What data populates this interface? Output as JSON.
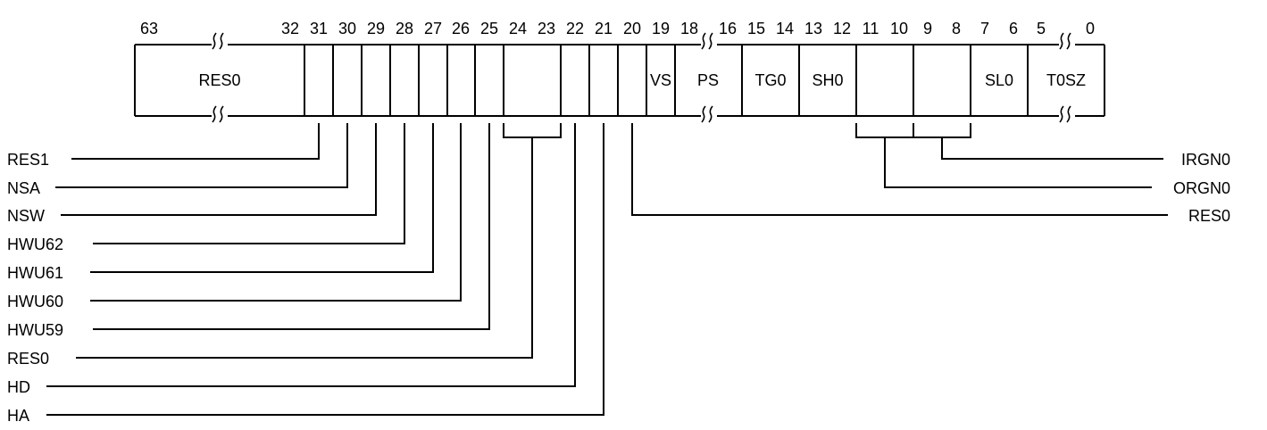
{
  "register": {
    "bit_numbers": [
      "63",
      "32",
      "31",
      "30",
      "29",
      "28",
      "27",
      "26",
      "25",
      "24",
      "23",
      "22",
      "21",
      "20",
      "19",
      "18",
      "16",
      "15",
      "14",
      "13",
      "12",
      "11",
      "10",
      "9",
      "8",
      "7",
      "6",
      "5",
      "0"
    ],
    "fields": {
      "res0_high": "RES0",
      "vs": "VS",
      "ps": "PS",
      "tg0": "TG0",
      "sh0": "SH0",
      "sl0": "SL0",
      "t0sz": "T0SZ"
    }
  },
  "callouts": {
    "left": [
      "RES1",
      "NSA",
      "NSW",
      "HWU62",
      "HWU61",
      "HWU60",
      "HWU59",
      "RES0",
      "HD",
      "HA"
    ],
    "right": [
      "IRGN0",
      "ORGN0",
      "RES0"
    ]
  }
}
